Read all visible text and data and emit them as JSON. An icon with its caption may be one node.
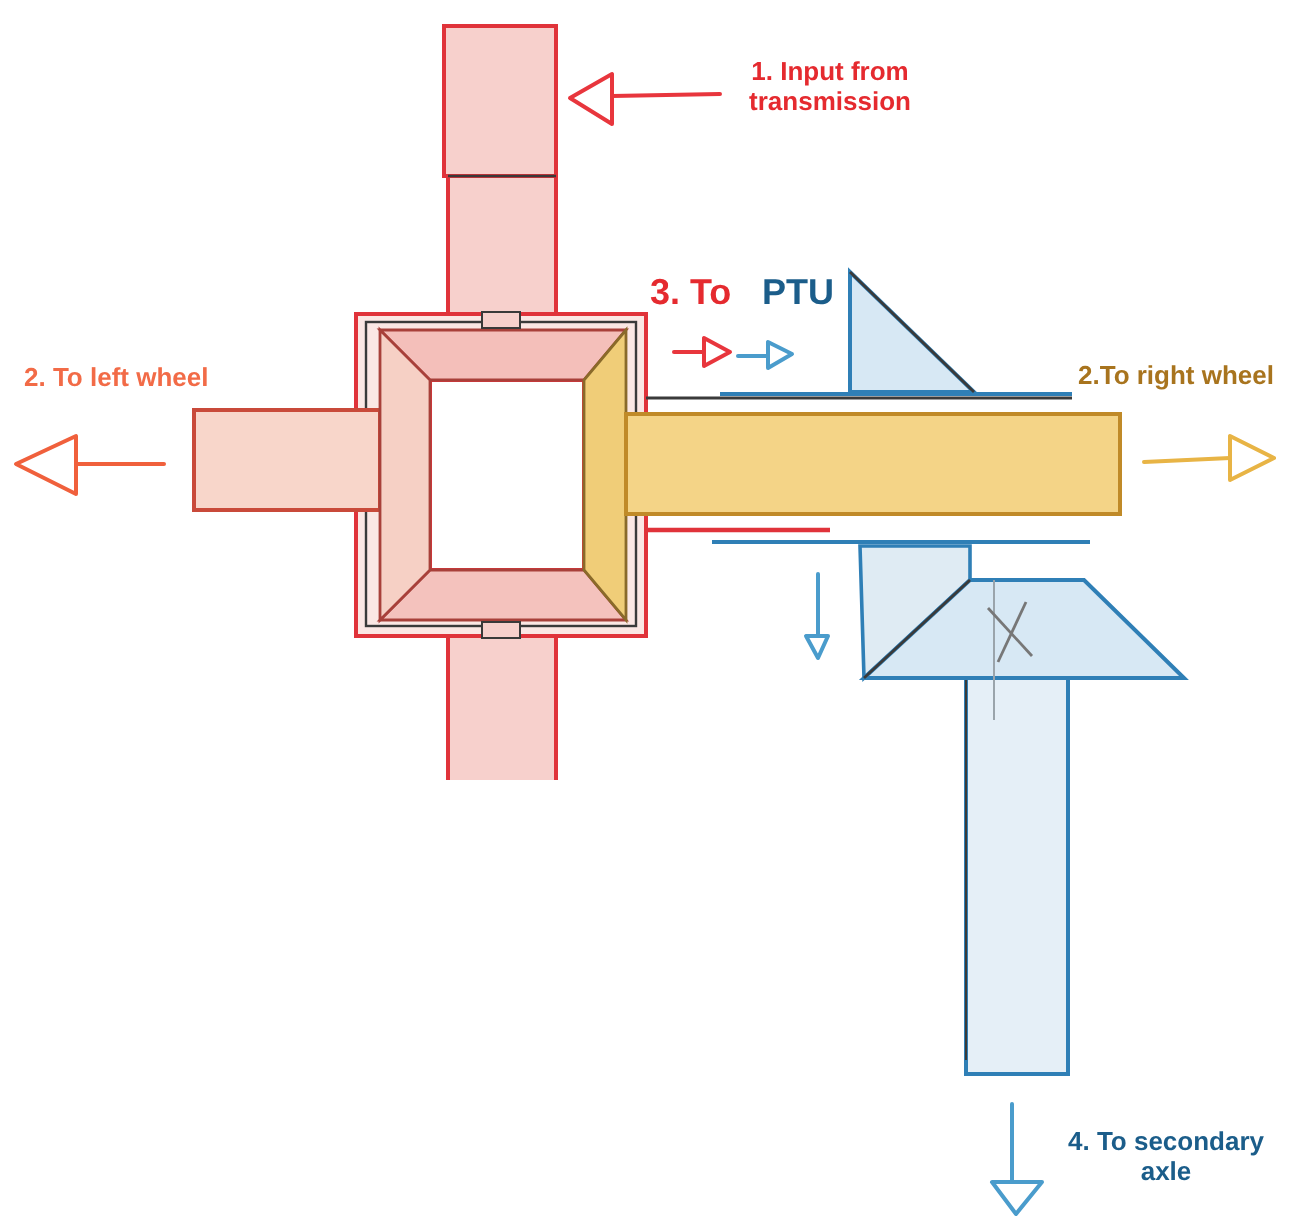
{
  "diagram": {
    "labels": [
      "1. Input from transmission",
      "3. To",
      "PTU",
      "2. To left wheel",
      "2.To right wheel",
      "4. To secondary axle"
    ]
  }
}
